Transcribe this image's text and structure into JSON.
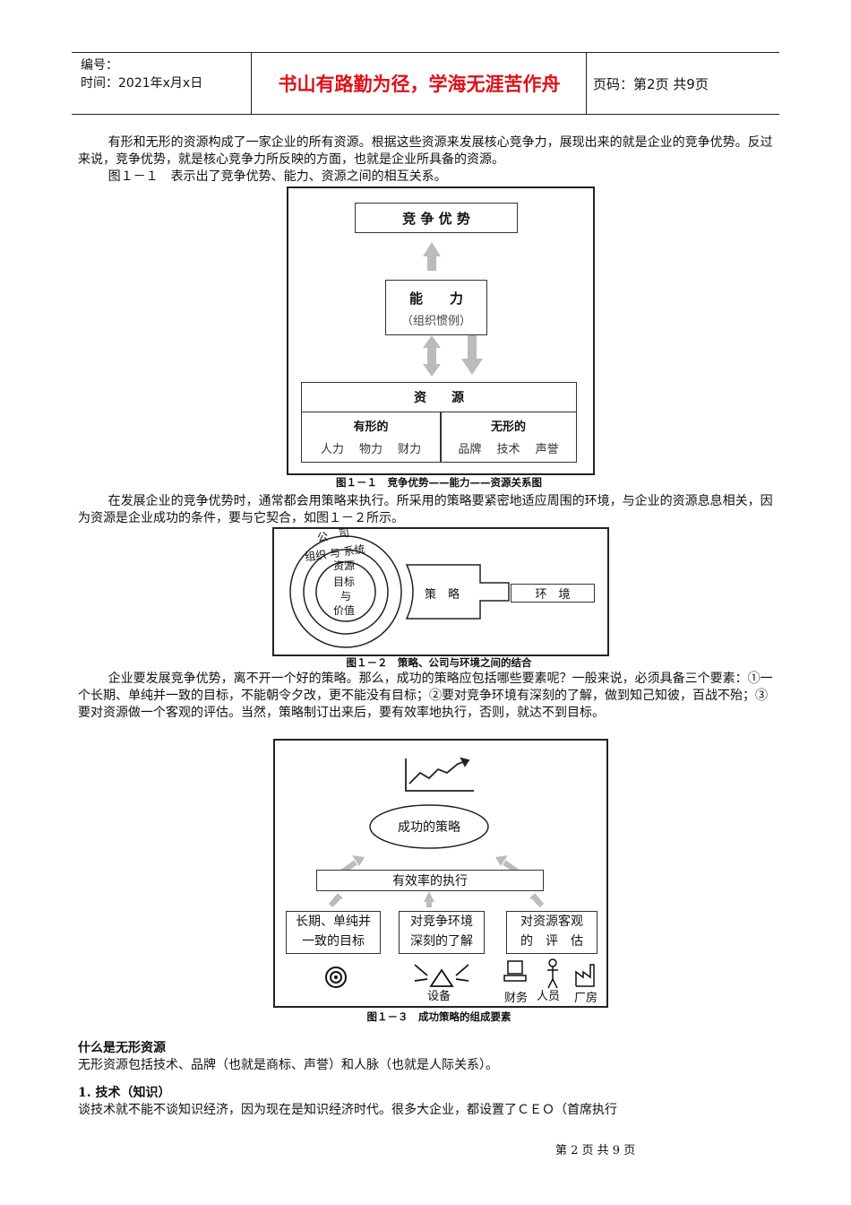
{
  "header": {
    "number_label": "编号：",
    "time_label": "时间：2021年x月x日",
    "motto": "书山有路勤为径，学海无涯苦作舟",
    "page_info": "页码：第2页  共9页"
  },
  "intro": {
    "p1": "有形和无形的资源构成了一家企业的所有资源。根据这些资源来发展核心竞争力，展现出来的就是企业的竞争优势。反过来说，竞争优势，就是核心竞争力所反映的方面，也就是企业所具备的资源。",
    "p2": "图１－１　表示出了竞争优势、能力、资源之间的相互关系。"
  },
  "fig1": {
    "advantage": "竞 争 优 势",
    "capability": "能　　力",
    "capability_sub": "（组织惯例）",
    "resources": "资　　源",
    "tangible": "有形的",
    "tangible_items": "人力　 物力　 财力",
    "intangible": "无形的",
    "intangible_items": "品牌　 技术　 声誉",
    "caption": "图１－１　竞争优势——能力——资源关系图"
  },
  "para2": "在发展企业的竞争优势时，通常都会用策略来执行。所采用的策略要紧密地适应周围的环境，与企业的资源息息相关，因为资源是企业成功的条件，要与它契合，如图１－２所示。",
  "fig2": {
    "company": "公　司",
    "org_system": "组织 与 系统",
    "resources": "资源",
    "goal": "目标",
    "and": "与",
    "value": "价值",
    "strategy": "策　略",
    "environment": "环　境",
    "caption": "图１－２　策略、公司与环境之间的结合"
  },
  "para3": "企业要发展竞争优势，离不开一个好的策略。那么，成功的策略应包括哪些要素呢？一般来说，必须具备三个要素：①一个长期、单纯并一致的目标，不能朝令夕改，更不能没有目标；②要对竞争环境有深刻的了解，做到知己知彼，百战不殆；③要对资源做一个客观的评估。当然，策略制订出来后，要有效率地执行，否则，就达不到目标。",
  "fig3": {
    "success_strategy": "成功的策略",
    "execution": "有效率的执行",
    "goal_line1": "长期、单纯并",
    "goal_line2": "一致的目标",
    "env_line1": "对竞争环境",
    "env_line2": "深刻的了解",
    "res_line1": "对资源客观",
    "res_line2": "的　评　估",
    "equipment": "设备",
    "finance": "财务",
    "people": "人员",
    "factory": "厂房",
    "caption": "图１－３　成功策略的组成要素"
  },
  "section": {
    "heading": "什么是无形资源",
    "text": "无形资源包括技术、品牌（也就是商标、声誉）和人脉（也就是人际关系）。",
    "sub_heading": "1. 技术（知识）",
    "sub_text": "谈技术就不能不谈知识经济，因为现在是知识经济时代。很多大企业，都设置了ＣＥＯ（首席执行"
  },
  "footer": {
    "page": "第 2 页  共 9 页"
  }
}
